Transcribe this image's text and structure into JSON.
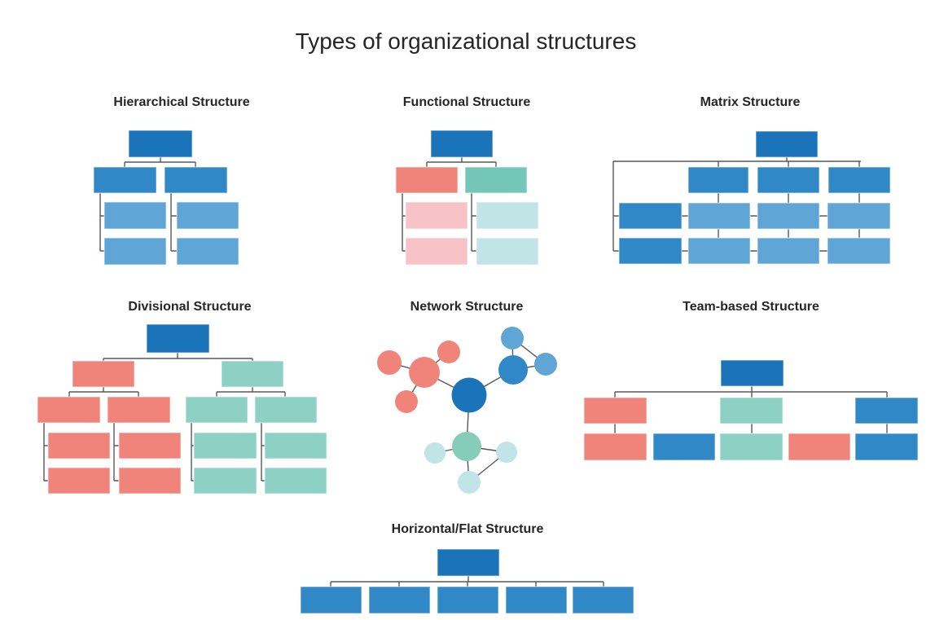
{
  "title": "Types of organizational structures",
  "panels": {
    "hierarchical": {
      "title": "Hierarchical Structure"
    },
    "functional": {
      "title": "Functional Structure"
    },
    "matrix": {
      "title": "Matrix Structure"
    },
    "divisional": {
      "title": "Divisional Structure"
    },
    "network": {
      "title": "Network Structure"
    },
    "team": {
      "title": "Team-based Structure"
    },
    "horizontal": {
      "title": "Horizontal/Flat Structure"
    }
  },
  "colors": {
    "dark_blue": "#1b74ba",
    "medium_blue": "#3089c6",
    "light_blue": "#5fa5d6",
    "salmon": "#f0837a",
    "light_pink": "#f8c3c6",
    "teal": "#74c7b8",
    "light_teal": "#8dd1c4",
    "light_cyan": "#c1e4e6",
    "network_teal": "#85ccb9",
    "connector_gray": "#595959",
    "title_text": "#262626",
    "background": "#ffffff"
  }
}
